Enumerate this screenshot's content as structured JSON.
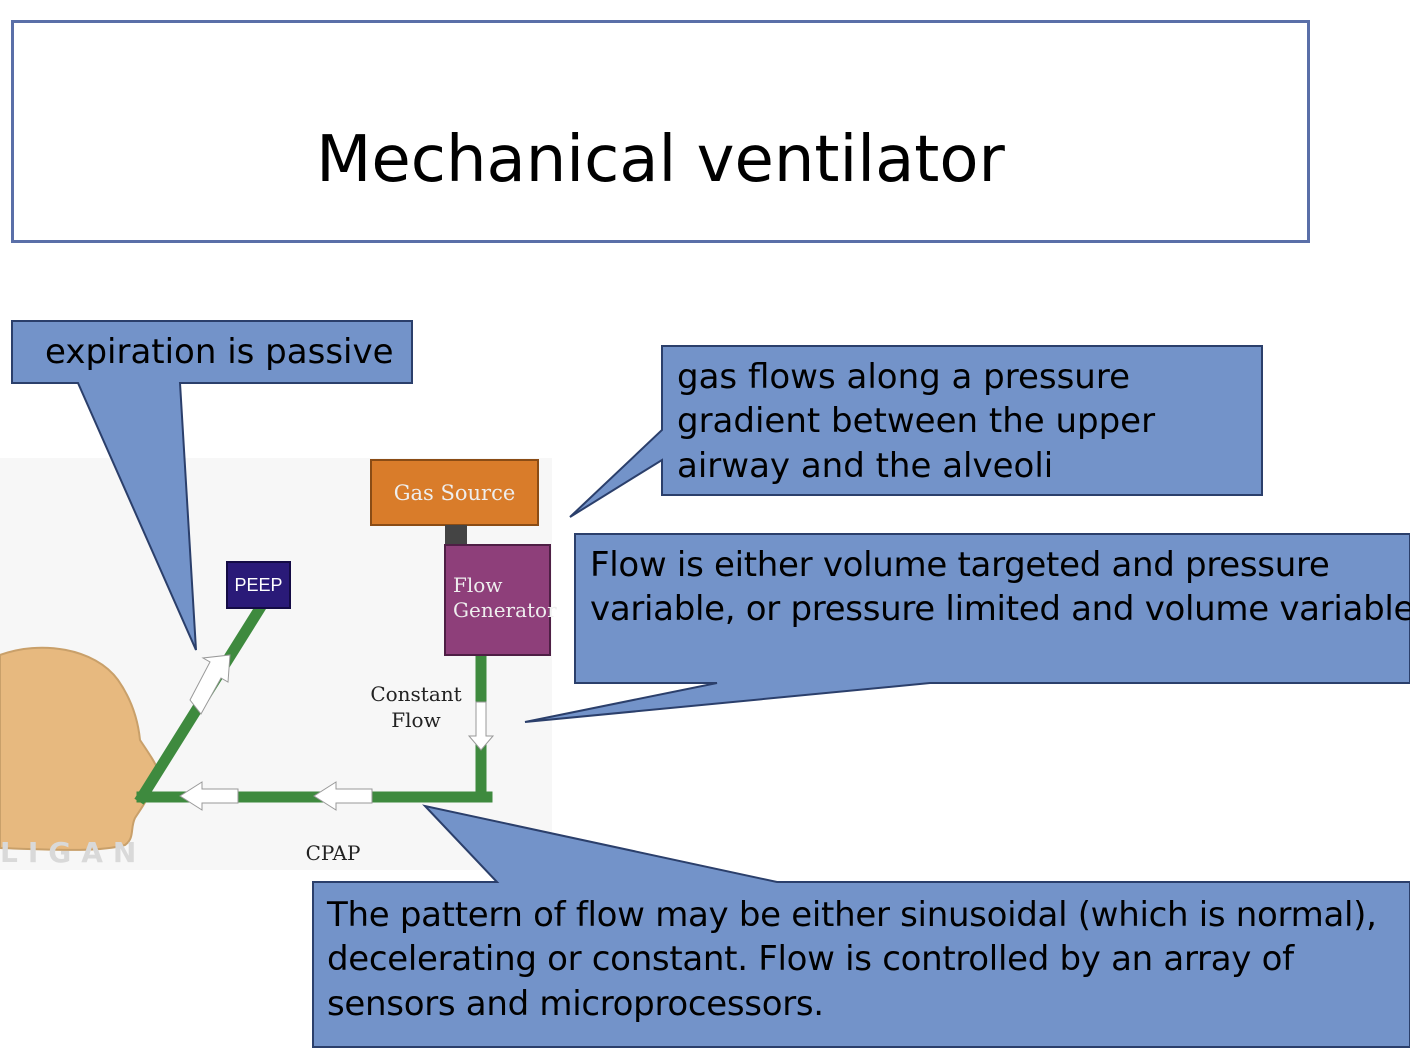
{
  "title": "Mechanical ventilator",
  "callouts": {
    "expiration": "expiration is passive",
    "gradient": [
      "gas flows along a pressure",
      "gradient between the upper",
      "airway and the alveoli"
    ],
    "flow_type": [
      "Flow is either volume targeted and pressure",
      "variable, or pressure limited and volume variable."
    ],
    "pattern": [
      "The pattern of flow may be either sinusoidal (which is normal),",
      "decelerating or constant. Flow is controlled by an array of",
      "sensors and microprocessors."
    ]
  },
  "diagram": {
    "gas_source": "Gas Source",
    "flow_generator": [
      "Flow",
      "Generator"
    ],
    "peep": "PEEP",
    "constant_flow": [
      "Constant",
      "Flow"
    ],
    "cpap": "CPAP",
    "watermark": "LIGAN"
  },
  "colors": {
    "callout_fill": "#7393c9",
    "callout_stroke": "#2b3f6b",
    "gas_source": "#d97c2a",
    "flow_generator": "#8e3f7a",
    "peep": "#2a1a78",
    "tube": "#3e8a3e",
    "head": "#e7b97f"
  }
}
